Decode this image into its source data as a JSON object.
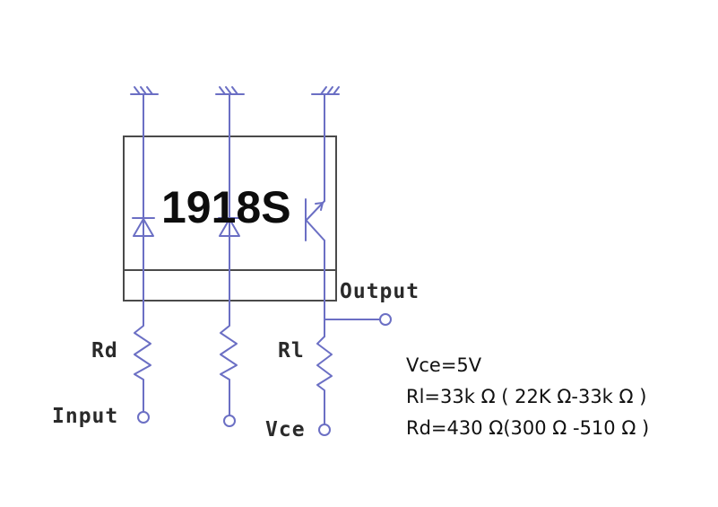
{
  "diagram": {
    "chip_label": "1918S",
    "labels": {
      "output": "Output",
      "input": "Input",
      "vce": "Vce",
      "rd": "Rd",
      "rl": "Rl"
    },
    "specs": [
      "Vce=5V",
      "Rl=33k Ω ( 22K Ω-33k Ω )",
      "Rd=430 Ω(300 Ω -510 Ω )"
    ],
    "colors": {
      "wire": "#6b6fc4",
      "box": "#4a4a4a",
      "text": "#111111"
    }
  }
}
